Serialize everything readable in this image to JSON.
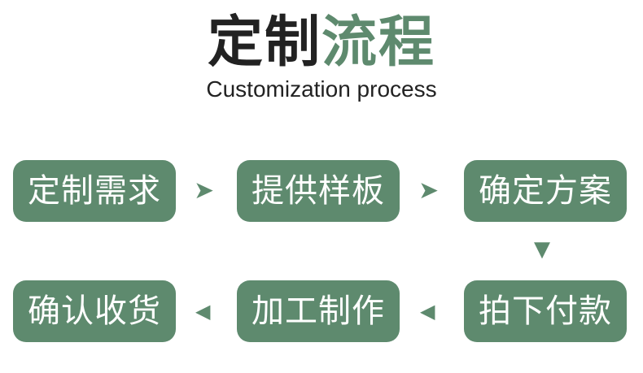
{
  "title": {
    "part1": "定制",
    "part2": "流程"
  },
  "subtitle": "Customization process",
  "steps": [
    "定制需求",
    "提供样板",
    "确定方案",
    "拍下付款",
    "加工制作",
    "确认收货"
  ],
  "arrows": {
    "right": "➤",
    "down": "▼",
    "left": "◀"
  },
  "colors": {
    "accent": "#5e8a6e",
    "text": "#222222"
  }
}
